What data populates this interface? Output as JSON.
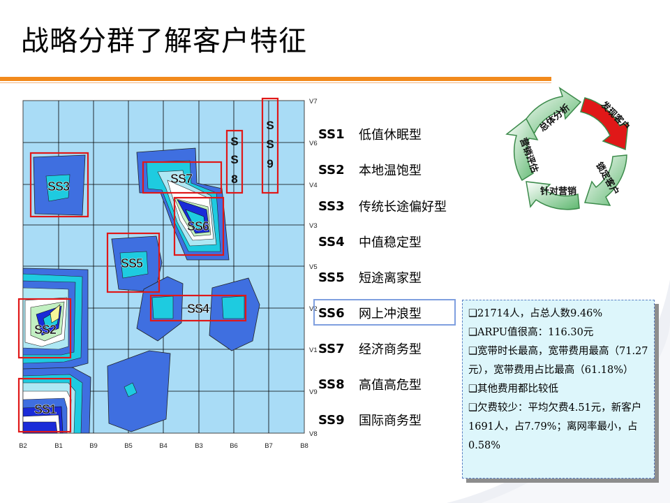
{
  "title": "战略分群了解客户特征",
  "heatmap": {
    "x_axis_labels": [
      "B2",
      "B1",
      "B9",
      "B5",
      "B4",
      "B3",
      "B6",
      "B7",
      "B8"
    ],
    "y_axis_labels": [
      "V7",
      "V6",
      "V4",
      "V3",
      "V5",
      "V2",
      "V1",
      "V9",
      "V8"
    ],
    "cluster_labels": [
      "SS3",
      "SS7",
      "SS6",
      "SS5",
      "SS4",
      "SS2",
      "SS1"
    ],
    "vertical_label_ss8": [
      "S",
      "S",
      "8"
    ],
    "vertical_label_ss9": [
      "S",
      "S",
      "9"
    ]
  },
  "legend": [
    {
      "code": "SS1",
      "name": "低值休眠型"
    },
    {
      "code": "SS2",
      "name": "本地温饱型"
    },
    {
      "code": "SS3",
      "name": "传统长途偏好型"
    },
    {
      "code": "SS4",
      "name": "中值稳定型"
    },
    {
      "code": "SS5",
      "name": "短途离家型"
    },
    {
      "code": "SS6",
      "name": "网上冲浪型"
    },
    {
      "code": "SS7",
      "name": "经济商务型"
    },
    {
      "code": "SS8",
      "name": "高值高危型"
    },
    {
      "code": "SS9",
      "name": "国际商务型"
    }
  ],
  "info": {
    "lines": [
      "❑21714人，占总人数9.46%",
      "❑ARPU值很高：116.30元",
      "❑宽带时长最高，宽带费用最高（71.27元），宽带费用占比最高（61.18%）",
      "❑其他费用都比较低",
      "❑欠费较少：平均欠费4.51元，新客户1691人，占7.79%；离网率最小，占0.58%"
    ]
  },
  "cycle": {
    "segments": [
      "总体分析",
      "发现客户",
      "锁定客户",
      "针对营销",
      "营销评估"
    ]
  },
  "colors": {
    "accent_orange": "#f28a1c",
    "highlight_red": "#e01818",
    "heatmap_bg": "#a9dcf6",
    "heatmap_mid": "#4169e1",
    "heatmap_dark": "#0a1fc4",
    "cycle_green": "#5fb870"
  }
}
